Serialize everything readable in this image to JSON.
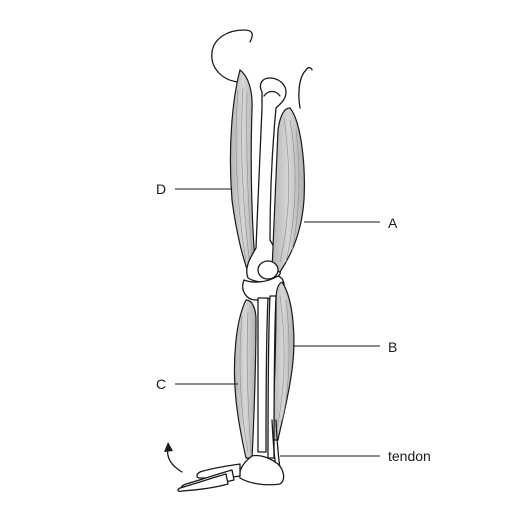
{
  "labels": {
    "a": "A",
    "b": "B",
    "c": "C",
    "d": "D",
    "tendon": "tendon"
  },
  "colors": {
    "muscle_fill": "#c9c9c9",
    "line": "#1a1a1a",
    "fiber": "#8c8c8c"
  }
}
